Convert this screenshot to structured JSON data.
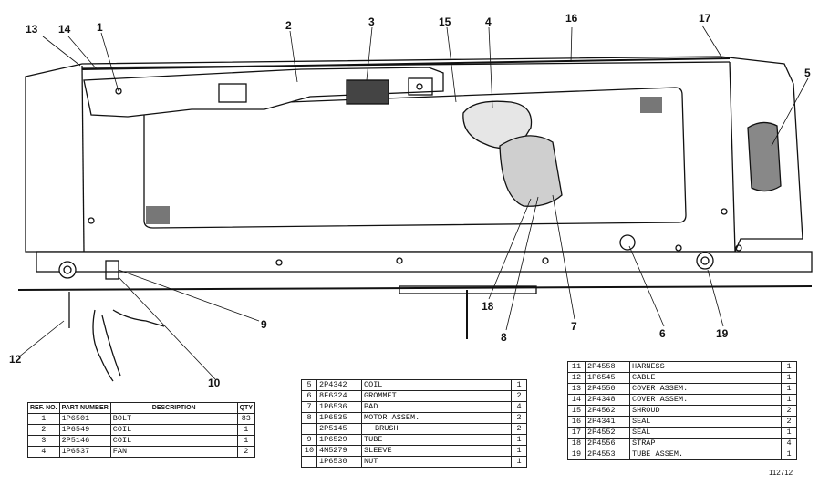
{
  "callouts": [
    {
      "id": "c1",
      "label": "1"
    },
    {
      "id": "c2",
      "label": "2"
    },
    {
      "id": "c3",
      "label": "3"
    },
    {
      "id": "c4",
      "label": "4"
    },
    {
      "id": "c5",
      "label": "5"
    },
    {
      "id": "c6",
      "label": "6"
    },
    {
      "id": "c7",
      "label": "7"
    },
    {
      "id": "c8",
      "label": "8"
    },
    {
      "id": "c9",
      "label": "9"
    },
    {
      "id": "c10",
      "label": "10"
    },
    {
      "id": "c12",
      "label": "12"
    },
    {
      "id": "c13",
      "label": "13"
    },
    {
      "id": "c14",
      "label": "14"
    },
    {
      "id": "c15",
      "label": "15"
    },
    {
      "id": "c16",
      "label": "16"
    },
    {
      "id": "c17",
      "label": "17"
    },
    {
      "id": "c18",
      "label": "18"
    },
    {
      "id": "c19",
      "label": "19"
    }
  ],
  "table1": {
    "headers": {
      "ref": "REF. NO.",
      "part": "PART NUMBER",
      "desc": "DESCRIPTION",
      "qty": "QTY"
    },
    "rows": [
      {
        "ref": "1",
        "part": "1P6501",
        "desc": "BOLT",
        "qty": "83"
      },
      {
        "ref": "2",
        "part": "1P6549",
        "desc": "COIL",
        "qty": "1"
      },
      {
        "ref": "3",
        "part": "2P5146",
        "desc": "COIL",
        "qty": "1"
      },
      {
        "ref": "4",
        "part": "1P6537",
        "desc": "FAN",
        "qty": "2"
      }
    ]
  },
  "table2": {
    "rows": [
      {
        "ref": "5",
        "part": "2P4342",
        "desc": "COIL",
        "qty": "1"
      },
      {
        "ref": "6",
        "part": "8F6324",
        "desc": "GROMMET",
        "qty": "2"
      },
      {
        "ref": "7",
        "part": "1P6536",
        "desc": "PAD",
        "qty": "4"
      },
      {
        "ref": "8",
        "part": "1P6535",
        "desc": "MOTOR ASSEM.",
        "qty": "2"
      },
      {
        "ref": "",
        "part": "2P5145",
        "desc": "BRUSH",
        "qty": "2"
      },
      {
        "ref": "9",
        "part": "1P6529",
        "desc": "TUBE",
        "qty": "1"
      },
      {
        "ref": "10",
        "part": "4M5279",
        "desc": "SLEEVE",
        "qty": "1"
      },
      {
        "ref": "",
        "part": "1P6530",
        "desc": "NUT",
        "qty": "1"
      }
    ]
  },
  "table3": {
    "rows": [
      {
        "ref": "11",
        "part": "2P4558",
        "desc": "HARNESS",
        "qty": "1"
      },
      {
        "ref": "12",
        "part": "1P6545",
        "desc": "CABLE",
        "qty": "1"
      },
      {
        "ref": "13",
        "part": "2P4550",
        "desc": "COVER ASSEM.",
        "qty": "1"
      },
      {
        "ref": "14",
        "part": "2P4348",
        "desc": "COVER ASSEM.",
        "qty": "1"
      },
      {
        "ref": "15",
        "part": "2P4562",
        "desc": "SHROUD",
        "qty": "2"
      },
      {
        "ref": "16",
        "part": "2P4341",
        "desc": "SEAL",
        "qty": "2"
      },
      {
        "ref": "17",
        "part": "2P4552",
        "desc": "SEAL",
        "qty": "1"
      },
      {
        "ref": "18",
        "part": "2P4556",
        "desc": "STRAP",
        "qty": "4"
      },
      {
        "ref": "19",
        "part": "2P4553",
        "desc": "TUBE ASSEM.",
        "qty": "1"
      }
    ]
  },
  "figure_number": "112712"
}
